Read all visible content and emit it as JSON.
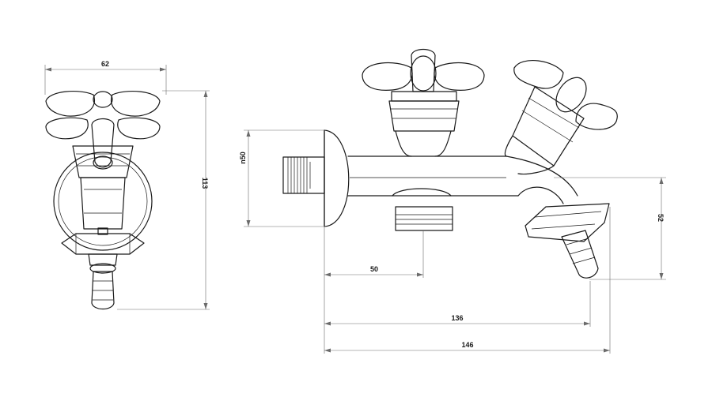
{
  "dimensions": {
    "side_width": "62",
    "side_height": "113",
    "inlet_diameter": "n50",
    "outlet_to_second_inlet": "50",
    "outlet_height": "52",
    "length_to_hose": "136",
    "overall_length": "146"
  }
}
